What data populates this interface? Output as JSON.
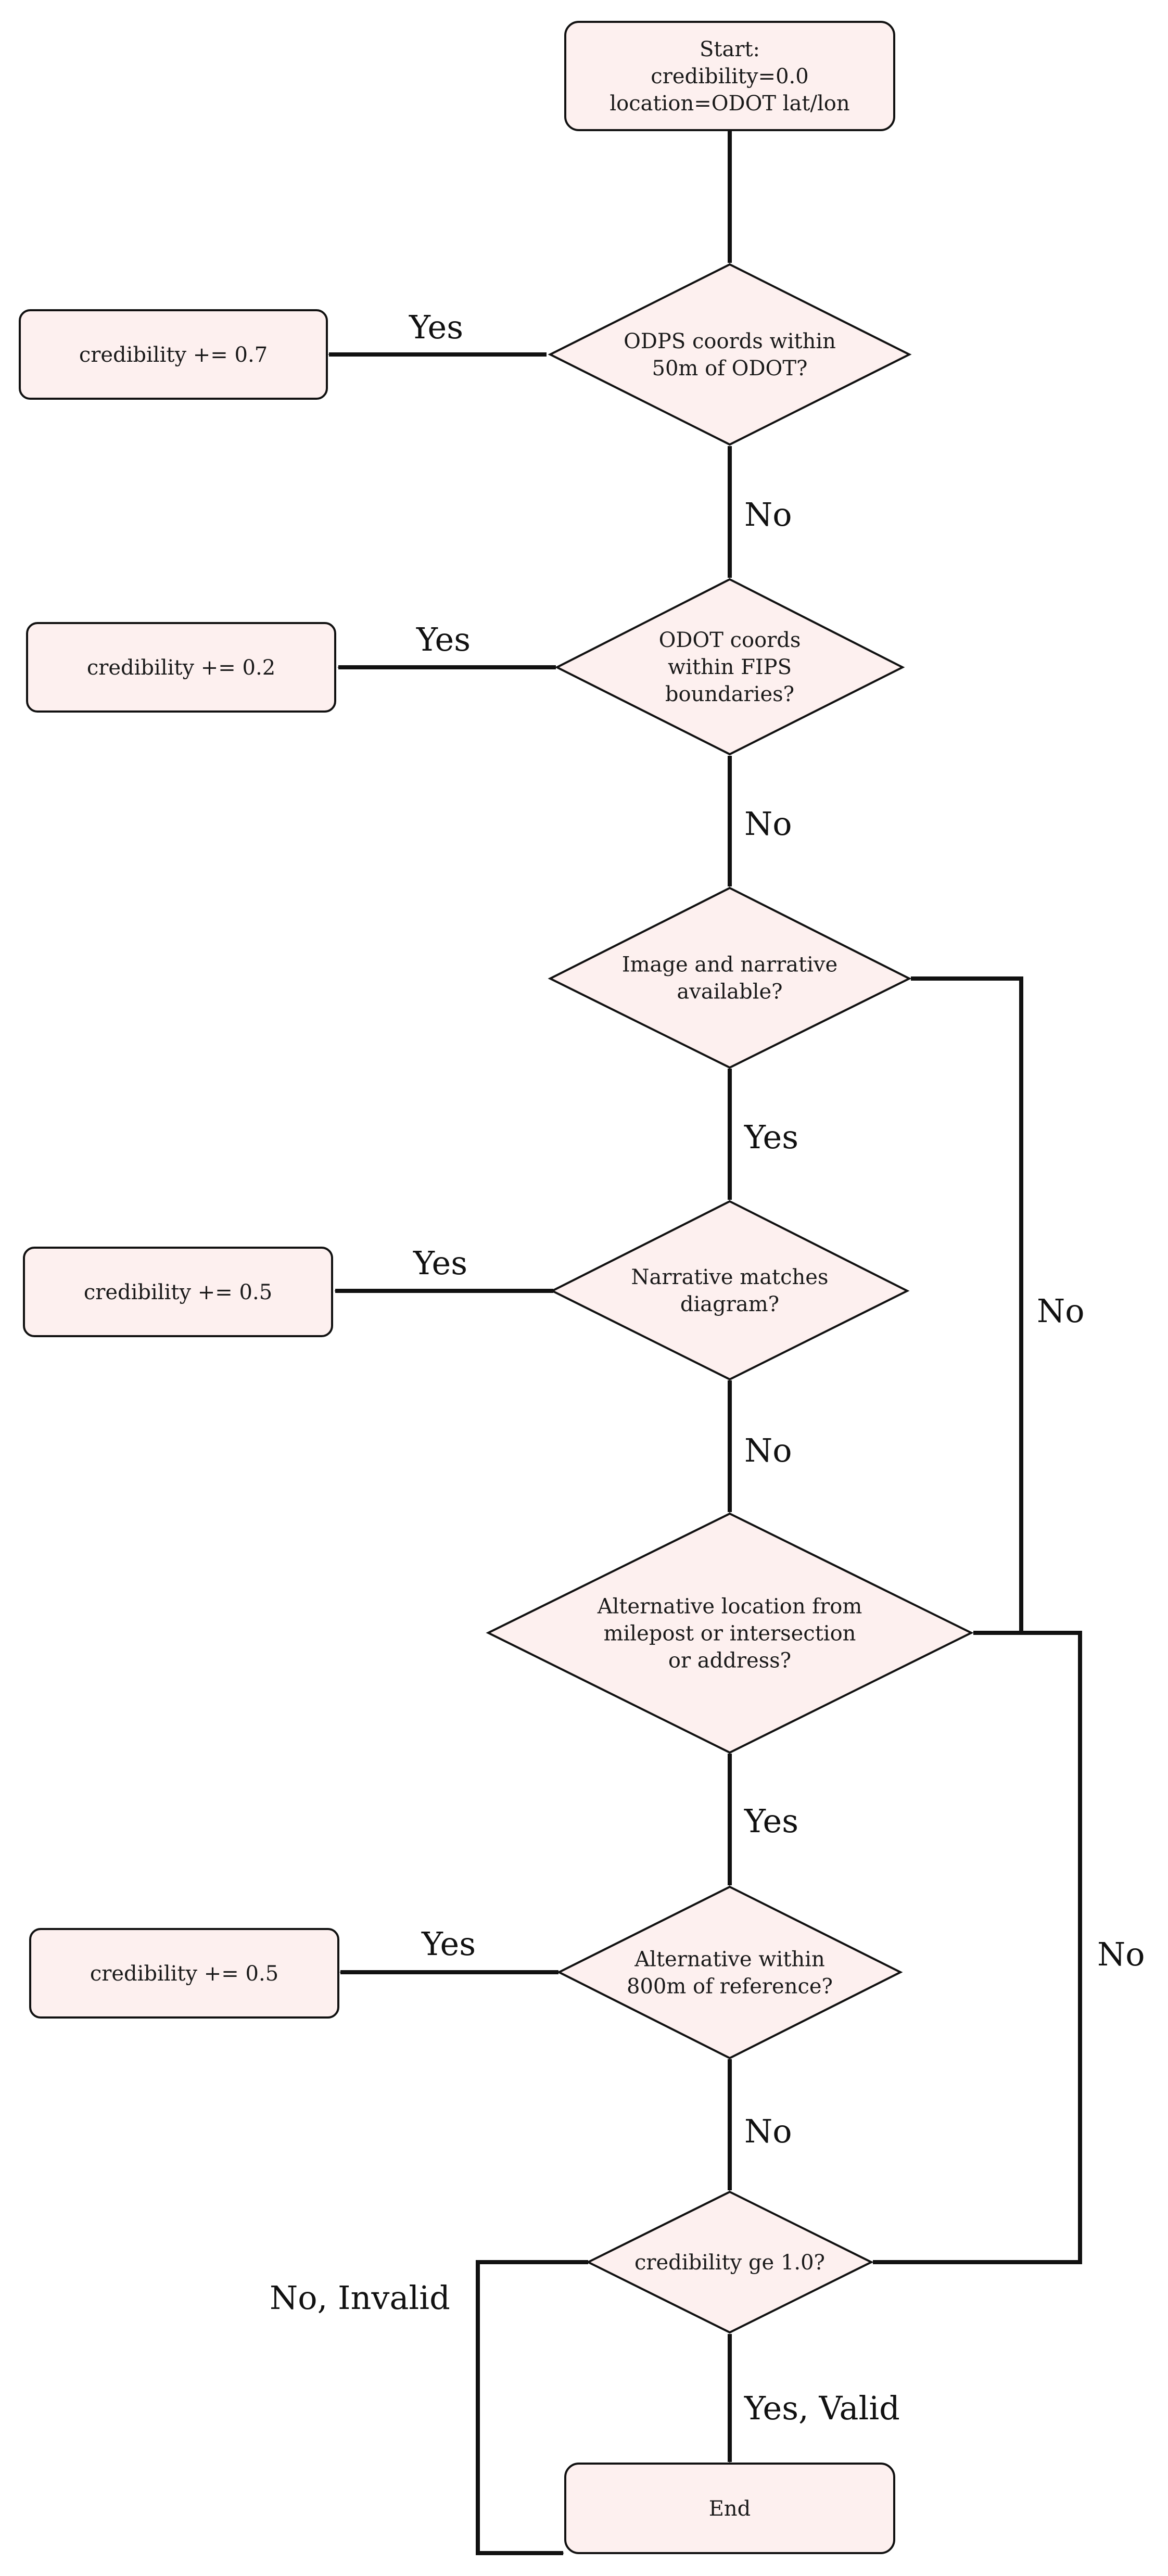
{
  "colors": {
    "node_fill": "#fdf0ef",
    "stroke": "#111111"
  },
  "nodes": {
    "start": [
      "Start:",
      "credibility=0.0",
      "location=ODOT lat/lon"
    ],
    "odps_check": [
      "ODPS coords within",
      "50m of ODOT?"
    ],
    "cred_07": [
      "credibility += 0.7"
    ],
    "fips_check": [
      "ODOT coords",
      "within FIPS",
      "boundaries?"
    ],
    "cred_02": [
      "credibility += 0.2"
    ],
    "image_check": [
      "Image and narrative",
      "available?"
    ],
    "narrative_check": [
      "Narrative matches",
      "diagram?"
    ],
    "cred_05a": [
      "credibility += 0.5"
    ],
    "alt_location": [
      "Alternative location from",
      "milepost or intersection",
      "or address?"
    ],
    "alt_within": [
      "Alternative within",
      "800m of reference?"
    ],
    "cred_05b": [
      "credibility += 0.5"
    ],
    "cred_ge": [
      "credibility ge 1.0?"
    ],
    "end": [
      "End"
    ]
  },
  "edge_labels": {
    "odps_yes": "Yes",
    "odps_no": "No",
    "fips_yes": "Yes",
    "fips_no": "No",
    "image_yes": "Yes",
    "image_no": "No",
    "narrative_yes": "Yes",
    "narrative_no": "No",
    "alt_location_yes": "Yes",
    "alt_location_no": "No",
    "alt_within_yes": "Yes",
    "alt_within_no": "No",
    "cred_no": "No, Invalid",
    "cred_yes": "Yes, Valid"
  }
}
